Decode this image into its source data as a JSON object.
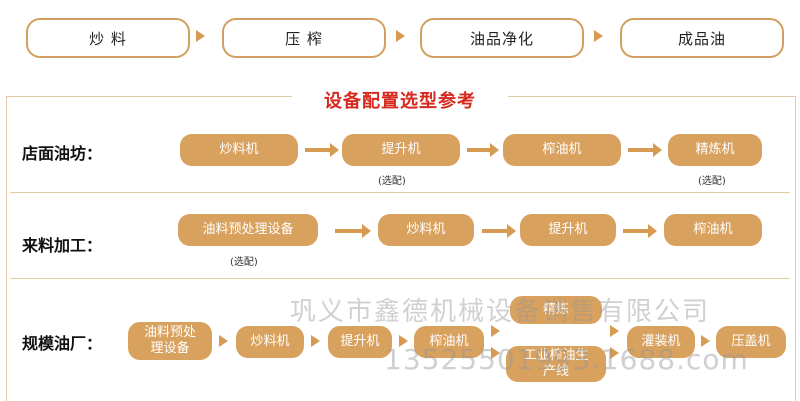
{
  "process": {
    "steps": [
      "炒 料",
      "压 榨",
      "油品净化",
      "成品油"
    ]
  },
  "config": {
    "title": "设备配置选型参考",
    "rows": [
      {
        "label": "店面油坊：",
        "steps": [
          "炒料机",
          "提升机",
          "榨油机",
          "精炼机"
        ],
        "notes": [
          "(选配)",
          "(选配)"
        ]
      },
      {
        "label": "来料加工：",
        "steps": [
          "油料预处理设备",
          "炒料机",
          "提升机",
          "榨油机"
        ],
        "notes": [
          "(选配)"
        ]
      },
      {
        "label": "规模油厂：",
        "steps": [
          "油料预处理设备",
          "炒料机",
          "提升机",
          "榨油机",
          "精炼",
          "工业榨油生产线",
          "灌装机",
          "压盖机"
        ]
      }
    ]
  },
  "watermark": {
    "company": "巩义市鑫德机械设备销售有限公司",
    "contact": "13525501993.1688.com"
  },
  "colors": {
    "accent": "#d9a15e",
    "border": "#d1a061",
    "title": "#d62a1f"
  }
}
